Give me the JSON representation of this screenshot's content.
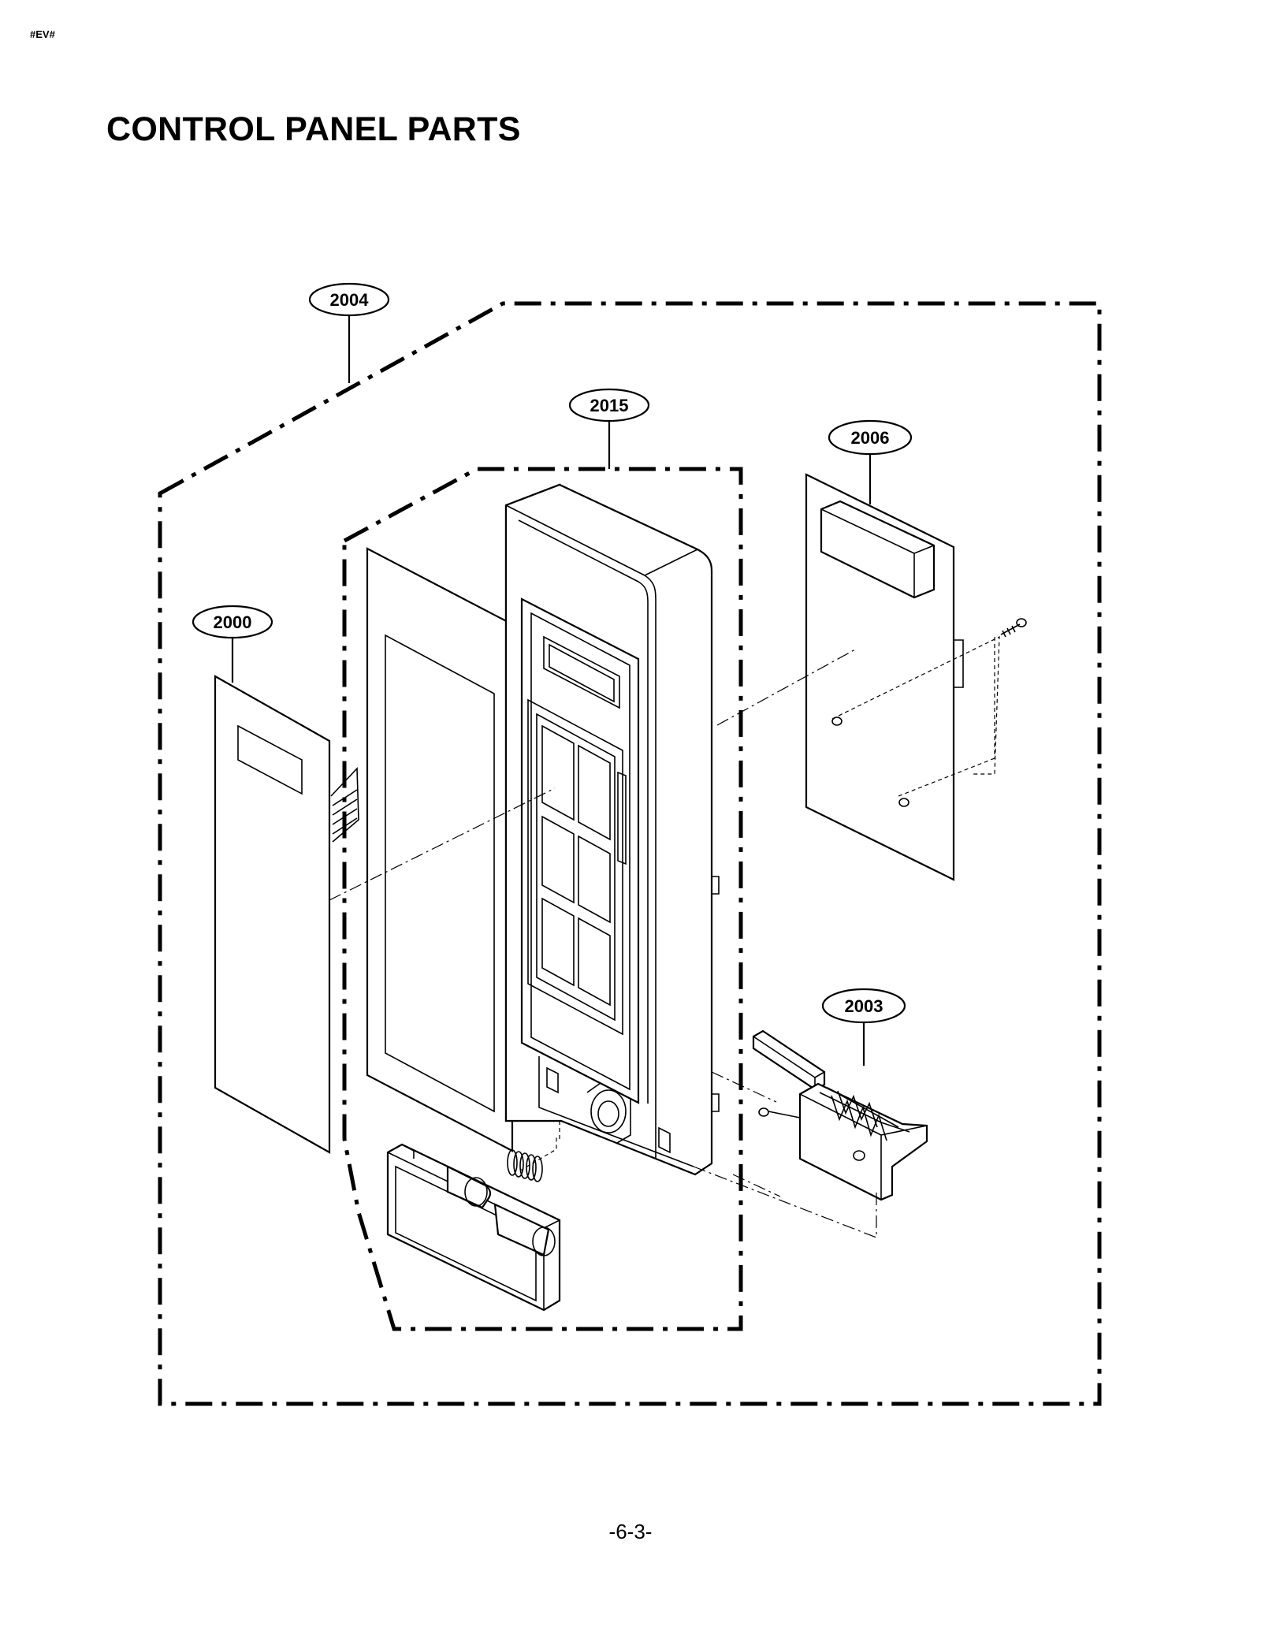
{
  "header": {
    "code": "#EV#",
    "title": "CONTROL PANEL PARTS"
  },
  "footer": {
    "page": "-6-3-"
  },
  "labels": {
    "p2004": "2004",
    "p2015": "2015",
    "p2006": "2006",
    "p2000": "2000",
    "p2003": "2003"
  }
}
